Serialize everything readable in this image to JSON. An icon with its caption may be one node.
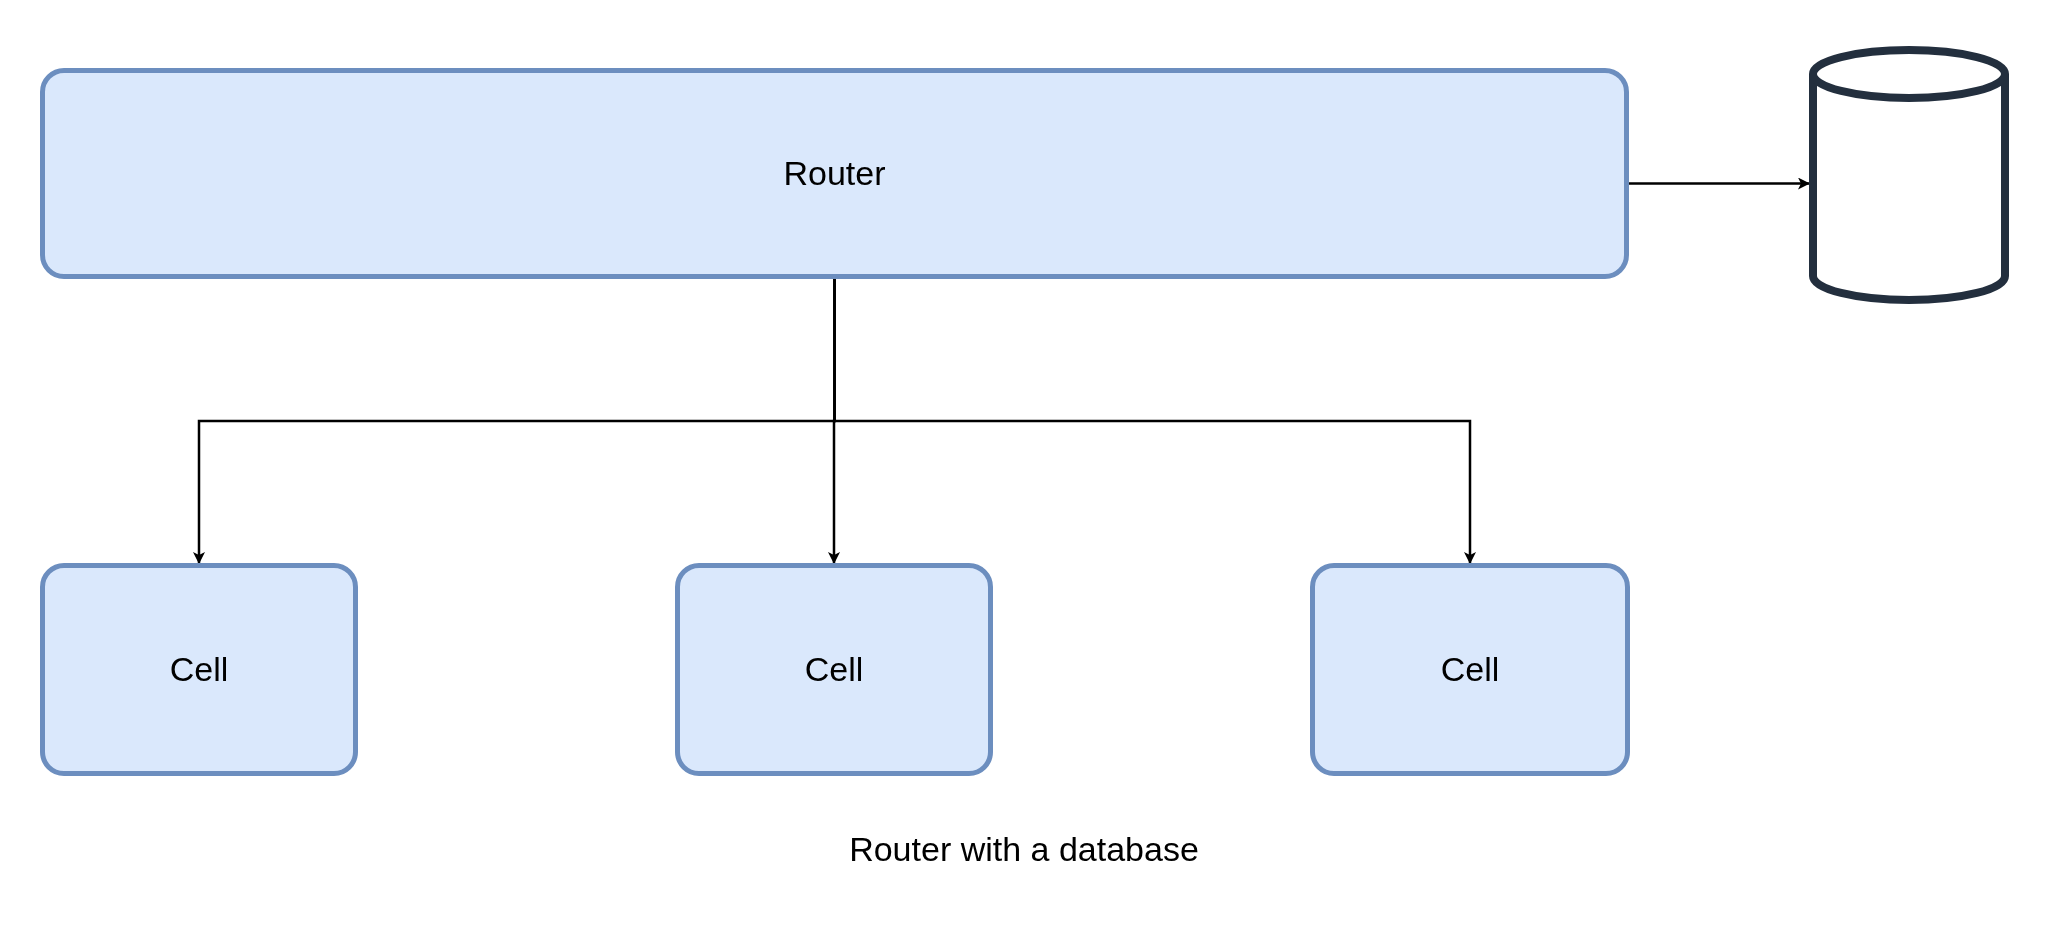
{
  "diagram": {
    "caption": "Router with a database",
    "nodes": [
      {
        "text": [
          "Router"
        ]
      },
      {
        "text": [],
        "shape": "cylinder"
      },
      {
        "text": [
          "Cell"
        ]
      },
      {
        "text": [
          "Cell"
        ]
      },
      {
        "text": [
          "Cell"
        ]
      }
    ],
    "edges": [
      {
        "from": 0,
        "to": 1,
        "arrow": "to"
      },
      {
        "from": 0,
        "to": 2,
        "arrow": "to"
      },
      {
        "from": 0,
        "to": 3,
        "arrow": "to"
      },
      {
        "from": 0,
        "to": 4,
        "arrow": "to"
      }
    ]
  }
}
